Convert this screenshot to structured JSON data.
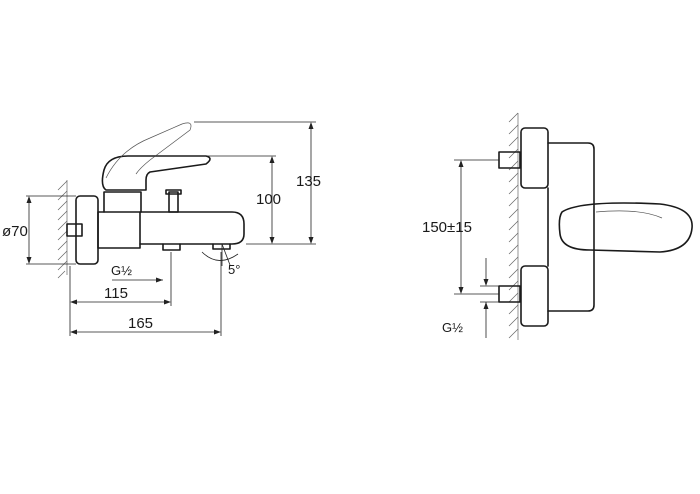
{
  "side_view": {
    "diameter_label": "ø70",
    "height_100_label": "100",
    "height_135_label": "135",
    "thread_label": "G½",
    "width_115_label": "115",
    "width_165_label": "165",
    "angle_label": "5°"
  },
  "front_view": {
    "spacing_label": "150±15",
    "thread_label": "G½"
  }
}
